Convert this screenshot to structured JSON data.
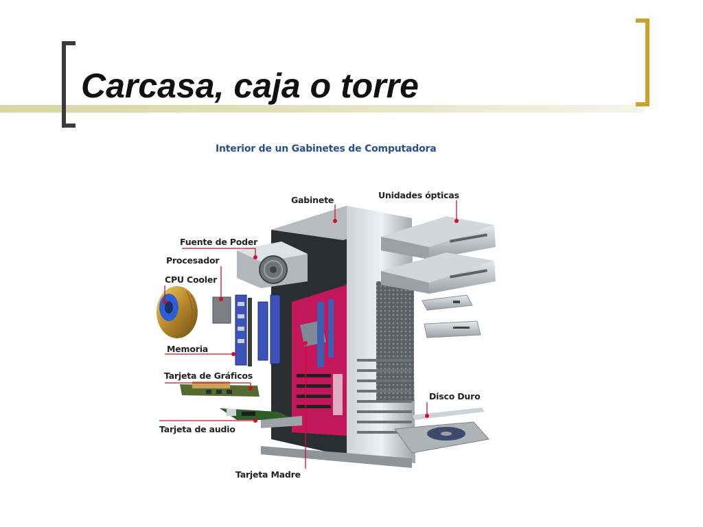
{
  "slide": {
    "title": "Carcasa, caja o torre",
    "colors": {
      "accent": "#c9a227",
      "rule": "#dedcb0",
      "bracket": "#3b3b3b",
      "figure_title": "#2a4f8f",
      "leader": "#d0102a"
    }
  },
  "figure": {
    "title": "Interior de un Gabinetes  de Computadora",
    "labels": {
      "gabinete": "Gabinete",
      "unidades_opticas": "Unidades ópticas",
      "fuente_de_poder": "Fuente de Poder",
      "procesador": "Procesador",
      "cpu_cooler": "CPU Cooler",
      "memoria": "Memoria",
      "tarjeta_graficos": "Tarjeta de Gráficos",
      "tarjeta_audio": "Tarjeta de audio",
      "disco_duro": "Disco Duro",
      "tarjeta_madre": "Tarjeta Madre"
    }
  }
}
